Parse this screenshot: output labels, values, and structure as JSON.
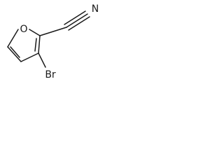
{
  "molecule": {
    "atoms": {
      "oxygen": "O",
      "nitrogen": "N",
      "bromine": "Br"
    },
    "color": "#1a1a1a"
  }
}
